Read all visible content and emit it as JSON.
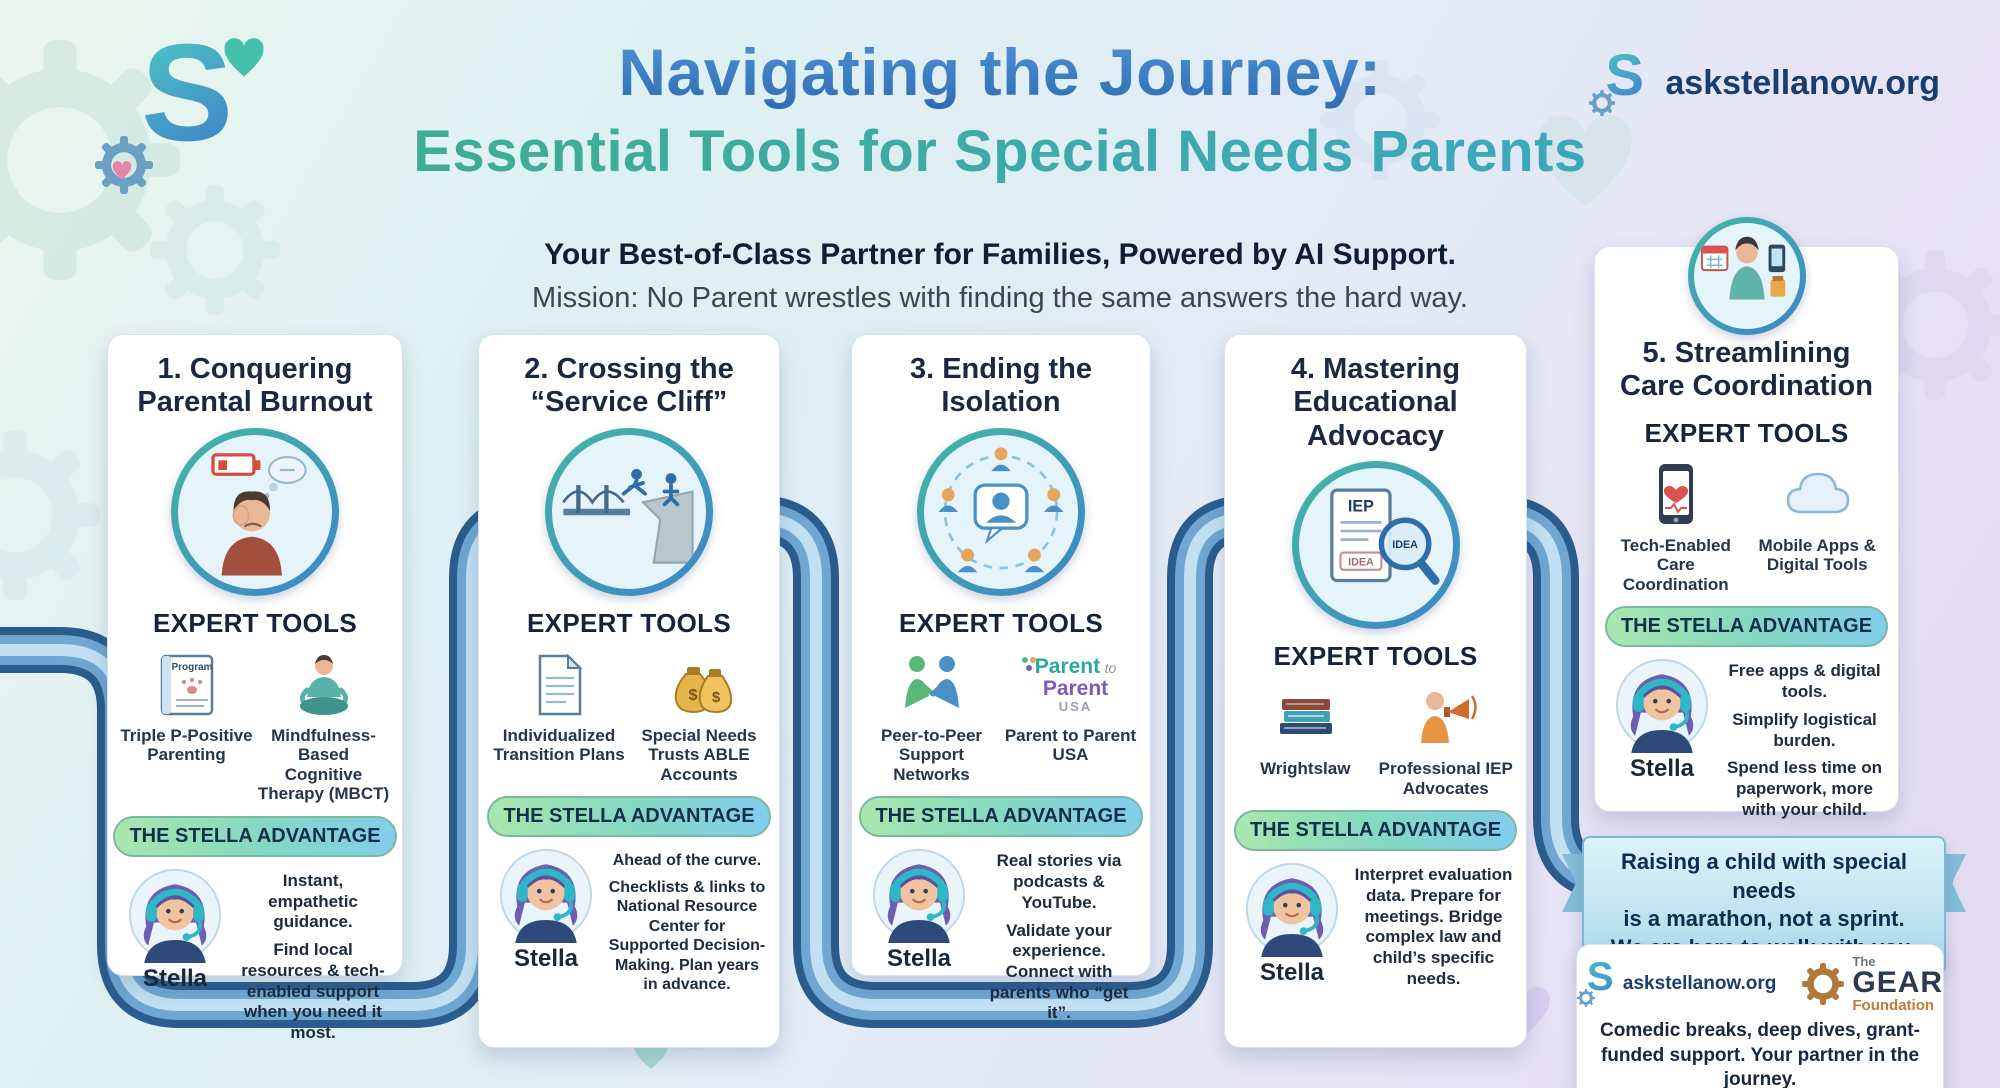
{
  "header": {
    "title_line1": "Navigating the Journey:",
    "title_line2": "Essential Tools for Special Needs Parents",
    "subtitle": "Your Best-of-Class Partner for Families, Powered by AI Support.",
    "mission": "Mission: No Parent wrestles with finding the same answers the hard way.",
    "brand": "askstellanow.org"
  },
  "logo": {
    "letter": "S"
  },
  "cards": [
    {
      "title": "1. Conquering Parental Burnout",
      "section_label": "EXPERT TOOLS",
      "tools": [
        {
          "label": "Triple P-Positive Parenting"
        },
        {
          "label": "Mindfulness-Based Cognitive Therapy (MBCT)"
        }
      ],
      "advantage_label": "THE STELLA ADVANTAGE",
      "assistant_name": "Stella",
      "advantage_lines": [
        "Instant, empathetic guidance.",
        "Find local resources & tech-enabled support when you need it most."
      ]
    },
    {
      "title": "2. Crossing the “Service Cliff”",
      "section_label": "EXPERT TOOLS",
      "tools": [
        {
          "label": "Individualized Transition Plans"
        },
        {
          "label": "Special Needs Trusts ABLE Accounts"
        }
      ],
      "advantage_label": "THE STELLA ADVANTAGE",
      "assistant_name": "Stella",
      "advantage_lines": [
        "Ahead of the curve.",
        "Checklists & links to National Resource Center for Supported Decision-Making. Plan years in advance."
      ]
    },
    {
      "title": "3. Ending the Isolation",
      "section_label": "EXPERT TOOLS",
      "tools": [
        {
          "label": "Peer-to-Peer Support Networks"
        },
        {
          "label": "Parent to Parent USA"
        }
      ],
      "advantage_label": "THE STELLA ADVANTAGE",
      "assistant_name": "Stella",
      "advantage_lines": [
        "Real stories via podcasts & YouTube.",
        "Validate your experience. Connect with parents who “get it”."
      ]
    },
    {
      "title": "4. Mastering Educational Advocacy",
      "section_label": "EXPERT TOOLS",
      "tools": [
        {
          "label": "Wrightslaw"
        },
        {
          "label": "Professional IEP Advocates"
        }
      ],
      "advantage_label": "THE STELLA ADVANTAGE",
      "assistant_name": "Stella",
      "advantage_lines": [
        "Interpret evaluation data. Prepare for meetings. Bridge complex law and child’s specific needs."
      ]
    },
    {
      "title": "5. Streamlining Care Coordination",
      "section_label": "EXPERT TOOLS",
      "tools": [
        {
          "label": "Tech-Enabled Care Coordination"
        },
        {
          "label": "Mobile Apps & Digital Tools"
        }
      ],
      "advantage_label": "THE STELLA ADVANTAGE",
      "assistant_name": "Stella",
      "advantage_lines": [
        "Free apps & digital tools.",
        "Simplify logistical burden.",
        "Spend less time on paperwork, more with your child."
      ]
    }
  ],
  "program_book": {
    "label": "Program"
  },
  "money": {
    "symbol": "$"
  },
  "iep_doc": {
    "title": "IEP",
    "stamp": "IDEA",
    "lens": "IDEA"
  },
  "p2p_logo": {
    "line1": "Parent",
    "to": "to",
    "line2": "Parent",
    "usa": "USA"
  },
  "ribbon": {
    "lines": [
      "Raising a child with special needs",
      "is a marathon, not a sprint.",
      "We are here to walk with you."
    ]
  },
  "footer": {
    "brand": "askstellanow.org",
    "gear_the": "The",
    "gear_name": "GEAR",
    "gear_sub": "Foundation",
    "text": "Comedic breaks, deep dives, grant-funded support. Your partner in the journey."
  },
  "colors": {
    "title_blue": "#3a7ec6",
    "title_teal": "#3fae9b",
    "pipe_dark": "#2b5c8e",
    "pipe_mid": "#6fa6d2",
    "pipe_light": "#c2e0f2",
    "advantage_green": "#a9e7ae",
    "advantage_blue": "#82cdec"
  }
}
